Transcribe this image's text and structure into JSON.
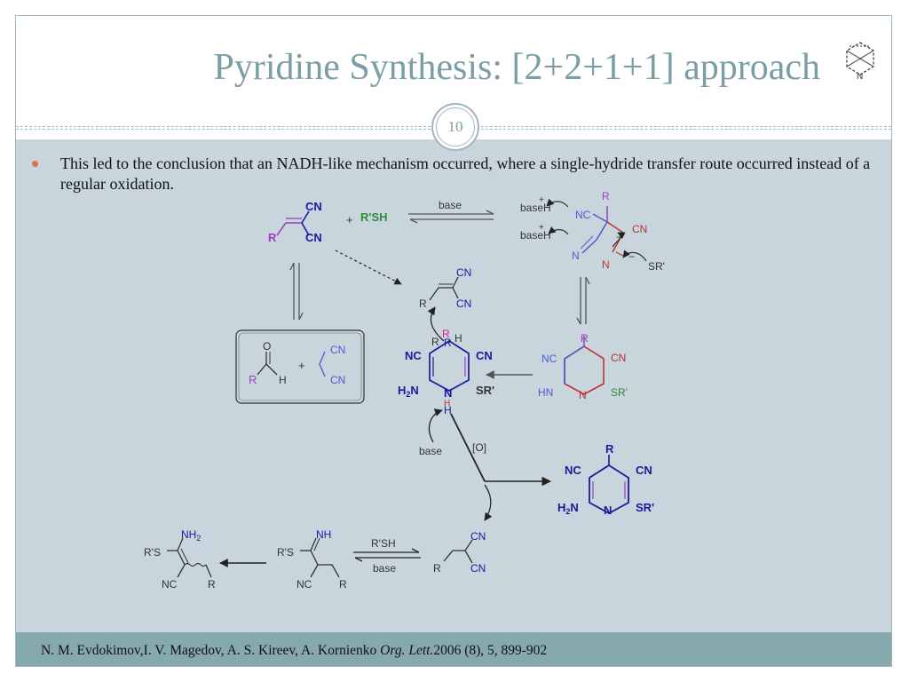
{
  "slide": {
    "title": "Pyridine Synthesis: [2+2+1+1] approach",
    "page_number": "10",
    "bullet": "This led to the conclusion that an NADH-like mechanism occurred, where a single-hydride transfer route occurred instead of a regular oxidation."
  },
  "footer": {
    "authors": "N. M. Evdokimov,I. V. Magedov, A. S. Kireev, A. Kornienko ",
    "journal": "Org. Lett.",
    "details": "2006 (8), 5, 899-902"
  },
  "scheme": {
    "cn": "CN",
    "nc": "NC",
    "r": "R",
    "h": "H",
    "n": "N",
    "o": "O",
    "nh2": "NH",
    "h2n": "H",
    "nh": "NH",
    "hn": "HN",
    "sub2": "2",
    "sr": "SR'",
    "rs": "R'S",
    "rsh": "R'SH",
    "plus": "+",
    "minus": "−",
    "base": "base",
    "baseh": "baseH",
    "oxid": "[O]"
  },
  "colors": {
    "title": "#7a9da6",
    "accent_bullet": "#e07050",
    "content_bg": "#c8d5dc",
    "footer_bg": "#86a9ae",
    "navy": "#1a1a9c",
    "blue": "#4a5bd0",
    "purple": "#9b3fc0",
    "magenta": "#d02090",
    "red": "#c03030",
    "green": "#2e8a3c",
    "gray": "#444444"
  }
}
